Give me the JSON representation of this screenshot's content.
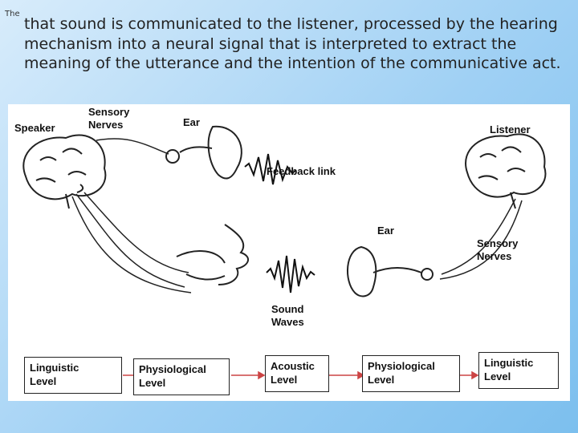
{
  "fragment": "The",
  "paragraph": "that sound is communicated to the listener, processed by the hearing mechanism into a neural signal that is interpreted to extract the meaning of the utterance and the intention of the communicative act.",
  "labels": {
    "speaker": "Speaker",
    "sensory_nerves_top": "Sensory\nNerves",
    "ear_top": "Ear",
    "feedback_link": "Feedback link",
    "listener": "Listener",
    "ear_bottom": "Ear",
    "sensory_nerves_right": "Sensory\nNerves",
    "sound_waves": "Sound\nWaves"
  },
  "levels": [
    "Linguistic\nLevel",
    "Physiological\nLevel",
    "Acoustic\nLevel",
    "Physiological\nLevel",
    "Linguistic\nLevel"
  ]
}
